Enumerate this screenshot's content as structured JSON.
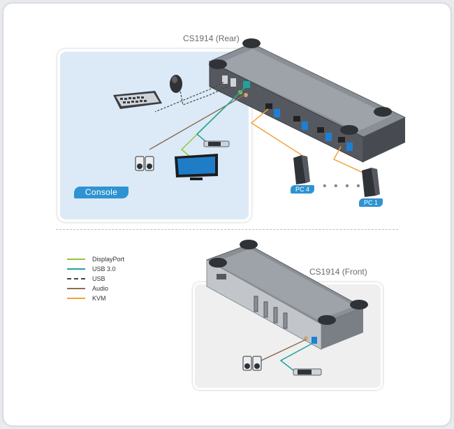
{
  "labels": {
    "rear": "CS1914 (Rear)",
    "front": "CS1914 (Front)",
    "console": "Console",
    "pc4": "PC 4",
    "pc1": "PC 1",
    "ellipsis": "• • • •"
  },
  "legend": [
    {
      "label": "DisplayPort",
      "color": "#9bc43b",
      "style": "solid"
    },
    {
      "label": "USB 3.0",
      "color": "#1fa39a",
      "style": "solid"
    },
    {
      "label": "USB",
      "color": "#444444",
      "style": "dashed"
    },
    {
      "label": "Audio",
      "color": "#8b6e52",
      "style": "solid"
    },
    {
      "label": "KVM",
      "color": "#f2a33a",
      "style": "solid"
    }
  ],
  "colors": {
    "accent": "#2f93d2",
    "device_body": "#6e737a",
    "device_dark": "#3a3e44"
  }
}
